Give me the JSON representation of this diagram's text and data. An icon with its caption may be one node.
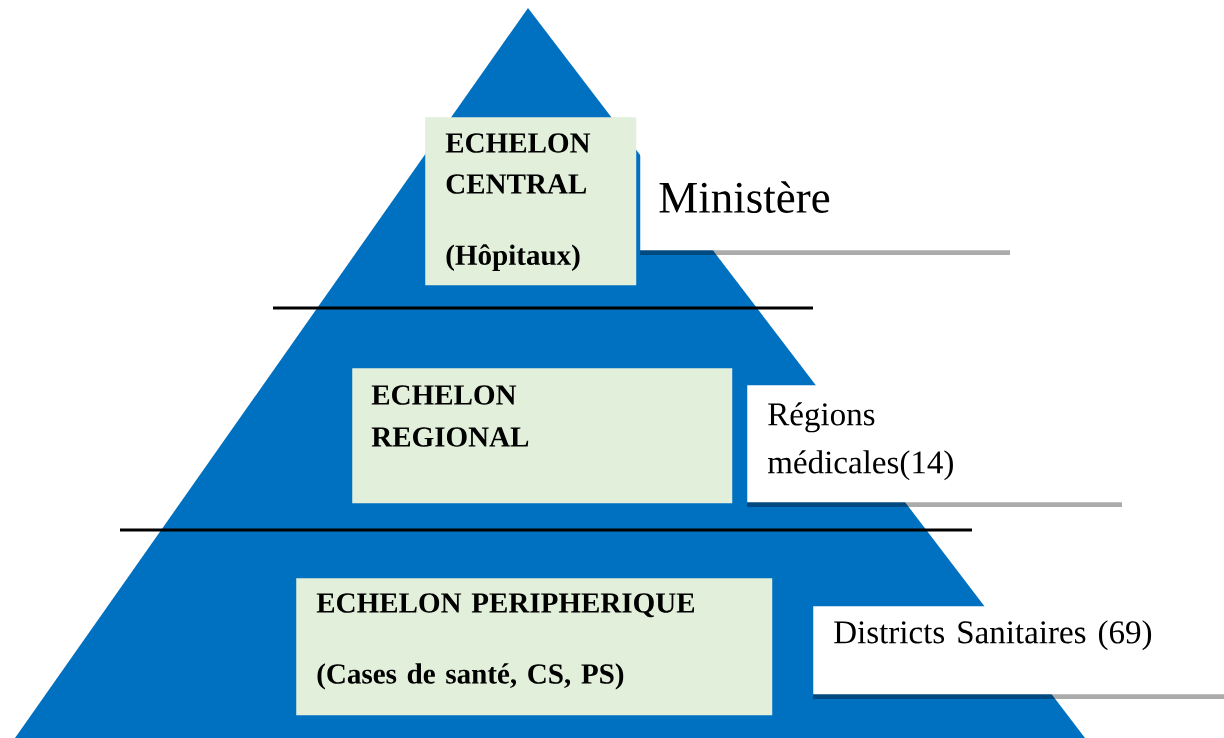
{
  "diagram": {
    "nodes": [
      {
        "text": [
          "ECHELON CENTRAL",
          "(Hôpitaux)"
        ]
      },
      {
        "text": [
          "Ministère"
        ]
      },
      {
        "text": [
          "ECHELON REGIONAL"
        ]
      },
      {
        "text": [
          "Régions médicales(14)"
        ]
      },
      {
        "text": [
          "ECHELON PERIPHERIQUE",
          "(Cases de santé, CS, PS)"
        ]
      },
      {
        "text": [
          "Districts Sanitaires (69)"
        ]
      }
    ],
    "edges": []
  }
}
